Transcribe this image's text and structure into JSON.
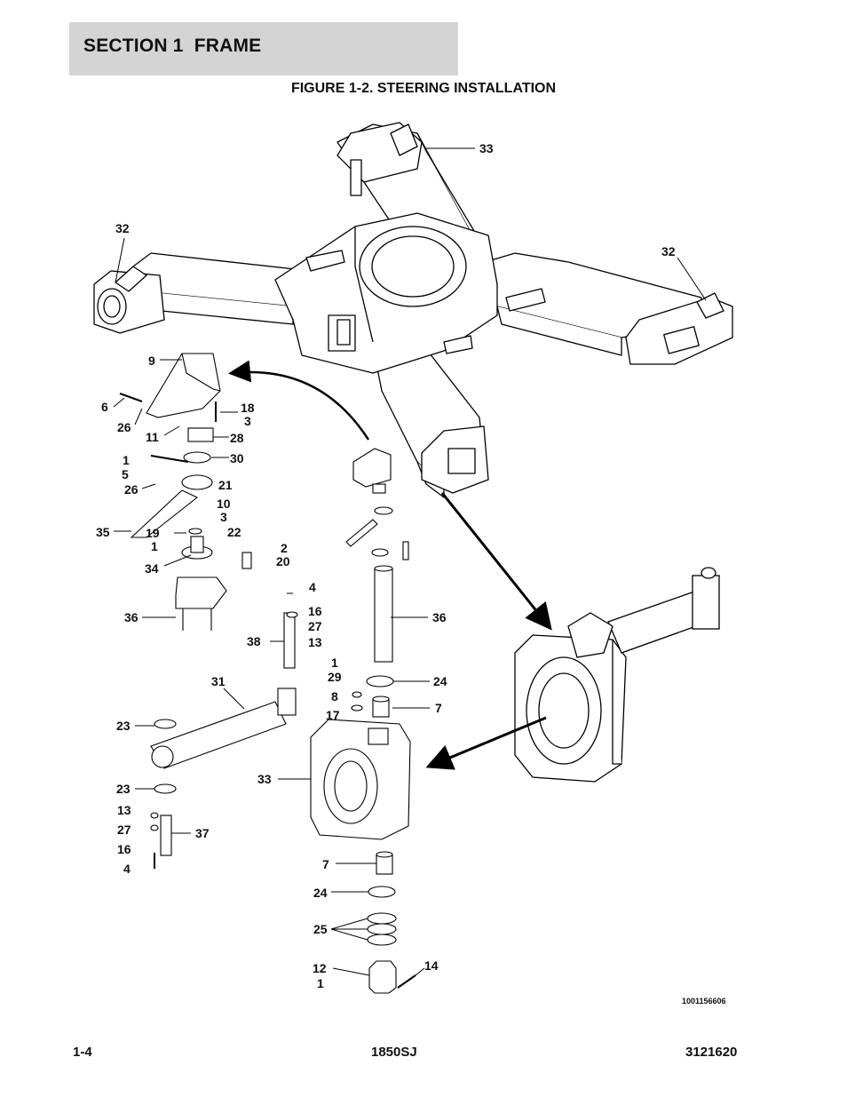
{
  "header": {
    "section": "SECTION 1  FRAME",
    "figure_title": "FIGURE 1-2. STEERING INSTALLATION"
  },
  "footer": {
    "page": "1-4",
    "model": "1850SJ",
    "manual_number": "3121620"
  },
  "diagram": {
    "drawing_number": "1001156606",
    "callouts": {
      "c33_top": "33",
      "c32_left": "32",
      "c32_right": "32",
      "c9": "9",
      "c6": "6",
      "c26a": "26",
      "c11": "11",
      "c18": "18",
      "c3a": "3",
      "c28": "28",
      "c1a": "1",
      "c30": "30",
      "c5": "5",
      "c26b": "26",
      "c21": "21",
      "c10": "10",
      "c3b": "3",
      "c35": "35",
      "c19": "19",
      "c1b": "1",
      "c22": "22",
      "c2": "2",
      "c20": "20",
      "c34": "34",
      "c4a": "4",
      "c16a": "16",
      "c27a": "27",
      "c13a": "13",
      "c38": "38",
      "c36a": "36",
      "c36b": "36",
      "c1c": "1",
      "c29": "29",
      "c8": "8",
      "c17": "17",
      "c24a": "24",
      "c7a": "7",
      "c31": "31",
      "c23a": "23",
      "c23b": "23",
      "c33_mid": "33",
      "c13b": "13",
      "c27b": "27",
      "c37": "37",
      "c16b": "16",
      "c4b": "4",
      "c7b": "7",
      "c24b": "24",
      "c25": "25",
      "c12": "12",
      "c1d": "1",
      "c14": "14"
    }
  }
}
